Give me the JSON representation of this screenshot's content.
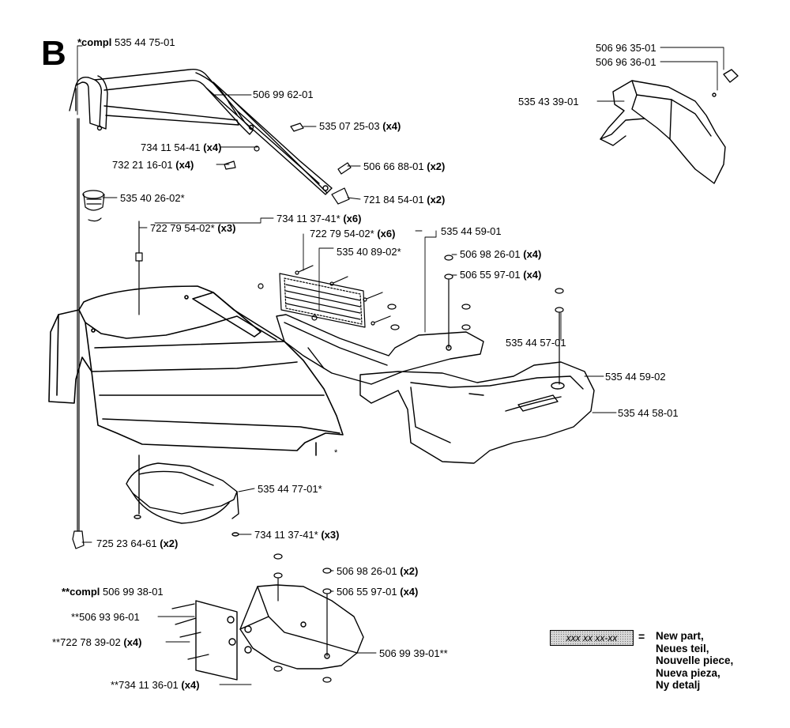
{
  "section": "B",
  "assembly": {
    "prefix": "*compl",
    "number": "535 44 75-01"
  },
  "labels": [
    {
      "id": "p1",
      "text": "506 99 62-01",
      "qty": ""
    },
    {
      "id": "p2",
      "text": "535 07 25-03",
      "qty": "(x4)"
    },
    {
      "id": "p3",
      "text": "734 11 54-41",
      "qty": "(x4)"
    },
    {
      "id": "p4",
      "text": "732 21 16-01",
      "qty": "(x4)"
    },
    {
      "id": "p5",
      "text": "506 66 88-01",
      "qty": "(x2)"
    },
    {
      "id": "p6",
      "text": "721 84 54-01",
      "qty": "(x2)"
    },
    {
      "id": "p7",
      "text": "535 40 26-02*",
      "qty": ""
    },
    {
      "id": "p8",
      "text": "734 11 37-41*",
      "qty": "(x6)"
    },
    {
      "id": "p9",
      "text": "722 79 54-02*",
      "qty": "(x3)"
    },
    {
      "id": "p10",
      "text": "722 79 54-02*",
      "qty": "(x6)"
    },
    {
      "id": "p11",
      "text": "535 44 59-01",
      "qty": ""
    },
    {
      "id": "p12",
      "text": "535 40 89-02*",
      "qty": ""
    },
    {
      "id": "p13",
      "text": "506 98 26-01",
      "qty": "(x4)"
    },
    {
      "id": "p14",
      "text": "506 55 97-01",
      "qty": "(x4)"
    },
    {
      "id": "p15",
      "text": "535 44 57-01",
      "qty": ""
    },
    {
      "id": "p16",
      "text": "535 44 59-02",
      "qty": ""
    },
    {
      "id": "p17",
      "text": "535 44 58-01",
      "qty": ""
    },
    {
      "id": "p18",
      "text": "535 44 77-01*",
      "qty": ""
    },
    {
      "id": "p19",
      "text": "734 11 37-41*",
      "qty": "(x3)"
    },
    {
      "id": "p20",
      "text": "725 23 64-61",
      "qty": "(x2)"
    },
    {
      "id": "p21",
      "text": "506 96 35-01",
      "qty": ""
    },
    {
      "id": "p22",
      "text": "506 96 36-01",
      "qty": ""
    },
    {
      "id": "p23",
      "text": "535 43 39-01",
      "qty": ""
    },
    {
      "id": "p24",
      "text": "506 98 26-01",
      "qty": "(x2)"
    },
    {
      "id": "p25",
      "text": "506 55 97-01",
      "qty": "(x4)"
    },
    {
      "id": "p26",
      "text": "**506 93 96-01",
      "qty": ""
    },
    {
      "id": "p27",
      "text": "**722 78 39-02",
      "qty": "(x4)"
    },
    {
      "id": "p28",
      "text": "506 99 39-01**",
      "qty": ""
    },
    {
      "id": "p29",
      "text": "**734 11 36-01",
      "qty": "(x4)"
    }
  ],
  "subassembly": {
    "prefix": "**compl",
    "number": "506 99 38-01"
  },
  "star_mark": "*",
  "legend": {
    "box_text": "xxx xx xx-xx",
    "equals": "=",
    "lines": [
      "New part,",
      "Neues teil,",
      "Nouvelle piece,",
      "Nueva pieza,",
      "Ny detalj"
    ]
  }
}
